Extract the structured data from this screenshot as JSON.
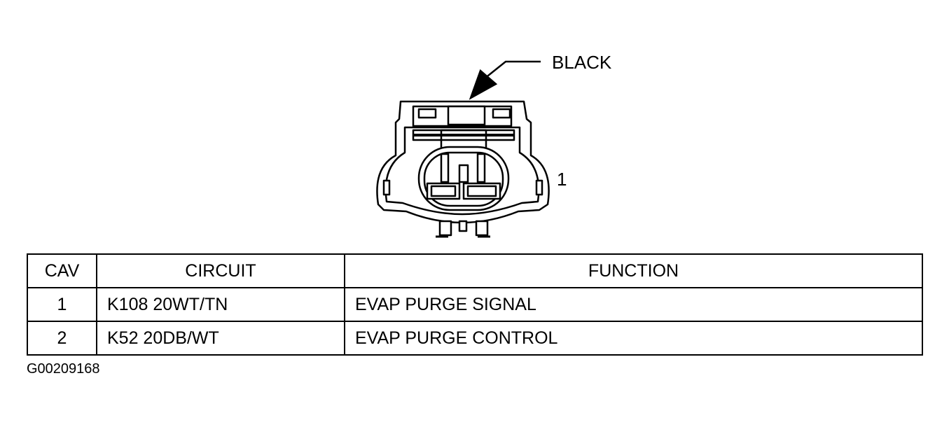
{
  "connector": {
    "color_label": "BLACK",
    "pin_label": "1"
  },
  "table": {
    "headers": {
      "cav": "CAV",
      "circuit": "CIRCUIT",
      "function": "FUNCTION"
    },
    "rows": [
      {
        "cav": "1",
        "circuit": "K108 20WT/TN",
        "function": "EVAP PURGE SIGNAL"
      },
      {
        "cav": "2",
        "circuit": "K52 20DB/WT",
        "function": "EVAP PURGE CONTROL"
      }
    ]
  },
  "figure_id": "G00209168"
}
